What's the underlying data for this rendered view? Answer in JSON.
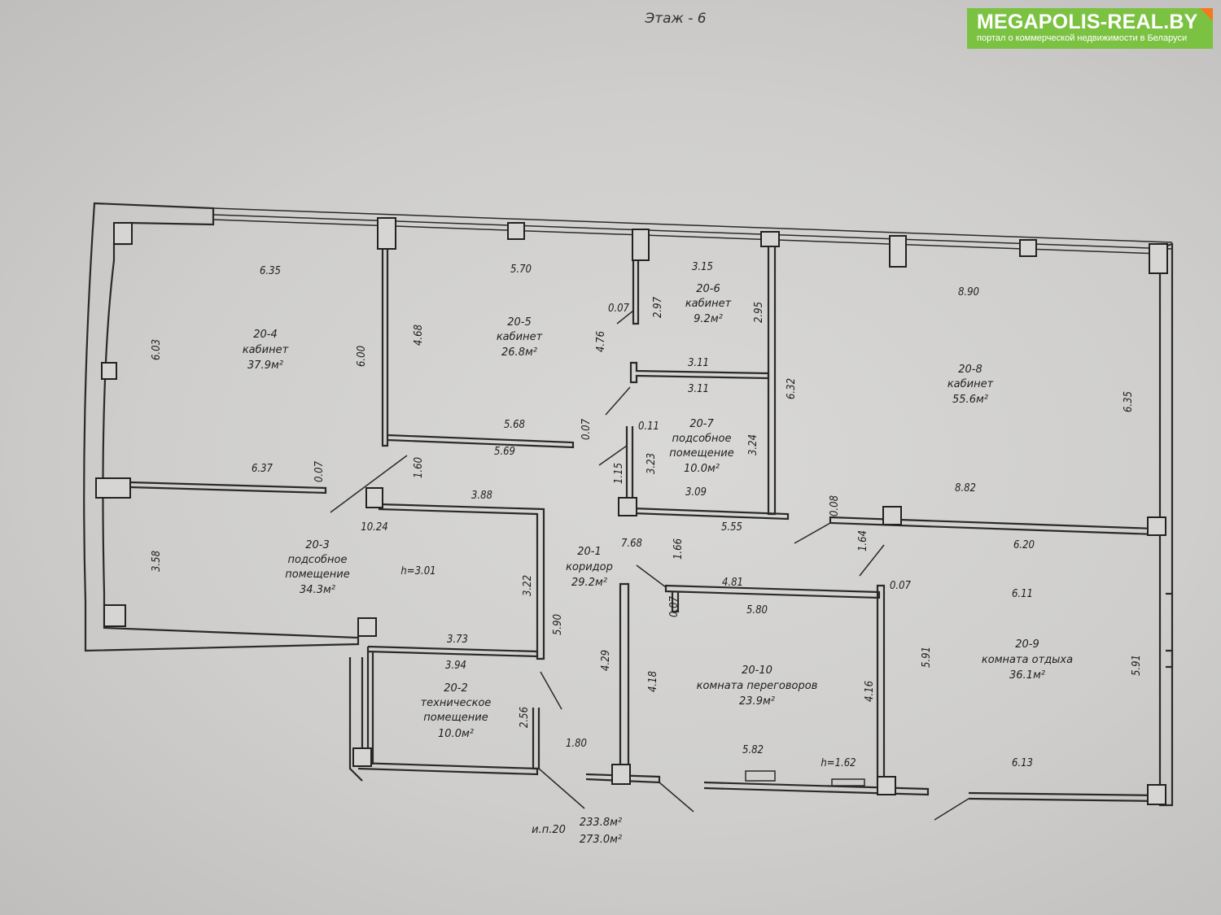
{
  "title": "Этаж - 6",
  "logo": {
    "name": "MEGAPOLIS-REAL.BY",
    "tagline": "портал о коммерческой недвижимости в Беларуси",
    "color": "#7cc242",
    "accent": "#f47a20"
  },
  "rooms": [
    {
      "id": "20-4",
      "name": "кабинет",
      "area": "37.9м²"
    },
    {
      "id": "20-5",
      "name": "кабинет",
      "area": "26.8м²"
    },
    {
      "id": "20-6",
      "name": "кабинет",
      "area": "9.2м²"
    },
    {
      "id": "20-7",
      "name": "подсобное",
      "name2": "помещение",
      "area": "10.0м²"
    },
    {
      "id": "20-8",
      "name": "кабинет",
      "area": "55.6м²"
    },
    {
      "id": "20-3",
      "name": "подсобное",
      "name2": "помещение",
      "area": "34.3м²"
    },
    {
      "id": "20-1",
      "name": "коридор",
      "area": "29.2м²"
    },
    {
      "id": "20-2",
      "name": "техническое",
      "name2": "помещение",
      "area": "10.0м²"
    },
    {
      "id": "20-10",
      "name": "комната переговоров",
      "area": "23.9м²"
    },
    {
      "id": "20-9",
      "name": "комната отдыха",
      "area": "36.1м²"
    }
  ],
  "dims": [
    "6.35",
    "5.70",
    "3.15",
    "8.90",
    "6.03",
    "6.00",
    "4.68",
    "0.07",
    "2.97",
    "2.95",
    "4.76",
    "3.11",
    "3.11",
    "6.32",
    "6.35",
    "5.68",
    "0.07",
    "5.69",
    "0.11",
    "3.23",
    "3.24",
    "1.15",
    "3.09",
    "1.60",
    "6.37",
    "0.07",
    "3.88",
    "8.82",
    "0.08",
    "10.24",
    "5.55",
    "7.68",
    "1.66",
    "1.64",
    "6.20",
    "3.58",
    "h=3.01",
    "3.22",
    "4.81",
    "0.07",
    "6.11",
    "0.07",
    "5.80",
    "5.90",
    "3.73",
    "5.91",
    "5.91",
    "3.94",
    "4.29",
    "4.18",
    "4.16",
    "2.56",
    "1.80",
    "5.82",
    "h=1.62",
    "6.13"
  ],
  "summary": {
    "unit": "и.п.20",
    "area_useful": "233.8м²",
    "area_total": "273.0м²"
  }
}
